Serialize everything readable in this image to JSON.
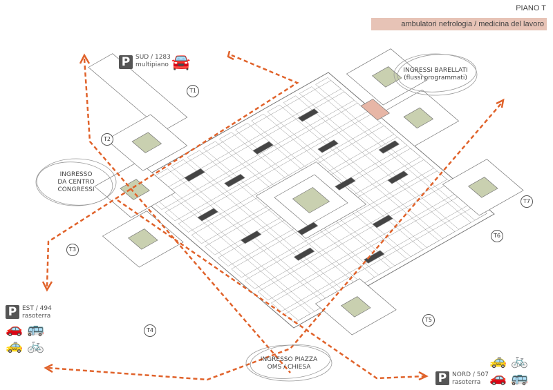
{
  "header": {
    "title": "PIANO T",
    "subtitle": "ambulatori nefrologia / medicina del lavoro",
    "subtitle_bg": "#e7c3b6"
  },
  "entrances": {
    "barellati": [
      "INGRESSI BARELLATI",
      "(flussi programmati)"
    ],
    "centro_congressi": [
      "INGRESSO",
      "DA CENTRO",
      "CONGRESSI"
    ],
    "piazza": [
      "INGRESSO PIAZZA",
      "OMS / CHIESA"
    ]
  },
  "parking": {
    "sud": {
      "icon": "P",
      "line1": "SUD / 1283",
      "line2": "multipiano",
      "vehicles": [
        "car-icon"
      ]
    },
    "est": {
      "icon": "P",
      "line1": "EST / 494",
      "line2": "rasoterra",
      "vehicles": [
        "car-icon",
        "bus-icon",
        "taxi-icon",
        "bicycle-icon"
      ]
    },
    "nord": {
      "icon": "P",
      "line1": "NORD / 507",
      "line2": "rasoterra",
      "vehicles": [
        "taxi-icon",
        "bicycle-icon",
        "car-icon",
        "bus-icon"
      ]
    }
  },
  "towers": [
    "T1",
    "T2",
    "T3",
    "T4",
    "T5",
    "T6",
    "T7"
  ],
  "colors": {
    "arrow": "#e0622a",
    "courtyard": "#c9d0b0",
    "highlight": "#e7b6a6",
    "dark": "#444444"
  }
}
